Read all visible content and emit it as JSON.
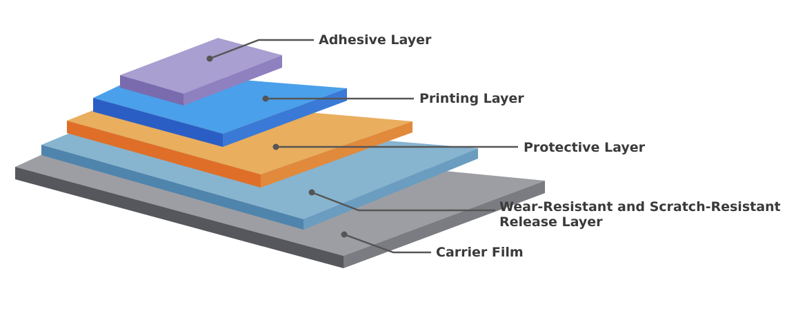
{
  "layers": [
    {
      "id": "adhesive",
      "label": "Adhesive Layer",
      "colors": {
        "top": "#a99fd0",
        "front": "#7a6aae",
        "side": "#8f80c0"
      }
    },
    {
      "id": "printing",
      "label": "Printing Layer",
      "colors": {
        "top": "#4aa0ea",
        "front": "#2b5ec4",
        "side": "#3a7ad6"
      }
    },
    {
      "id": "protective",
      "label": "Protective Layer",
      "colors": {
        "top": "#e9ae5e",
        "front": "#df6f28",
        "side": "#e18a3c"
      }
    },
    {
      "id": "release",
      "label_line1": "Wear-Resistant and Scratch-Resistant",
      "label_line2": "Release Layer",
      "colors": {
        "top": "#87b4cf",
        "front": "#4f84ad",
        "side": "#6a9dc0"
      }
    },
    {
      "id": "carrier",
      "label": "Carrier Film",
      "colors": {
        "top": "#9d9ea3",
        "front": "#55575c",
        "side": "#7b7c81"
      }
    }
  ],
  "leader_color": "#555555",
  "label_color": "#3a3a3a"
}
